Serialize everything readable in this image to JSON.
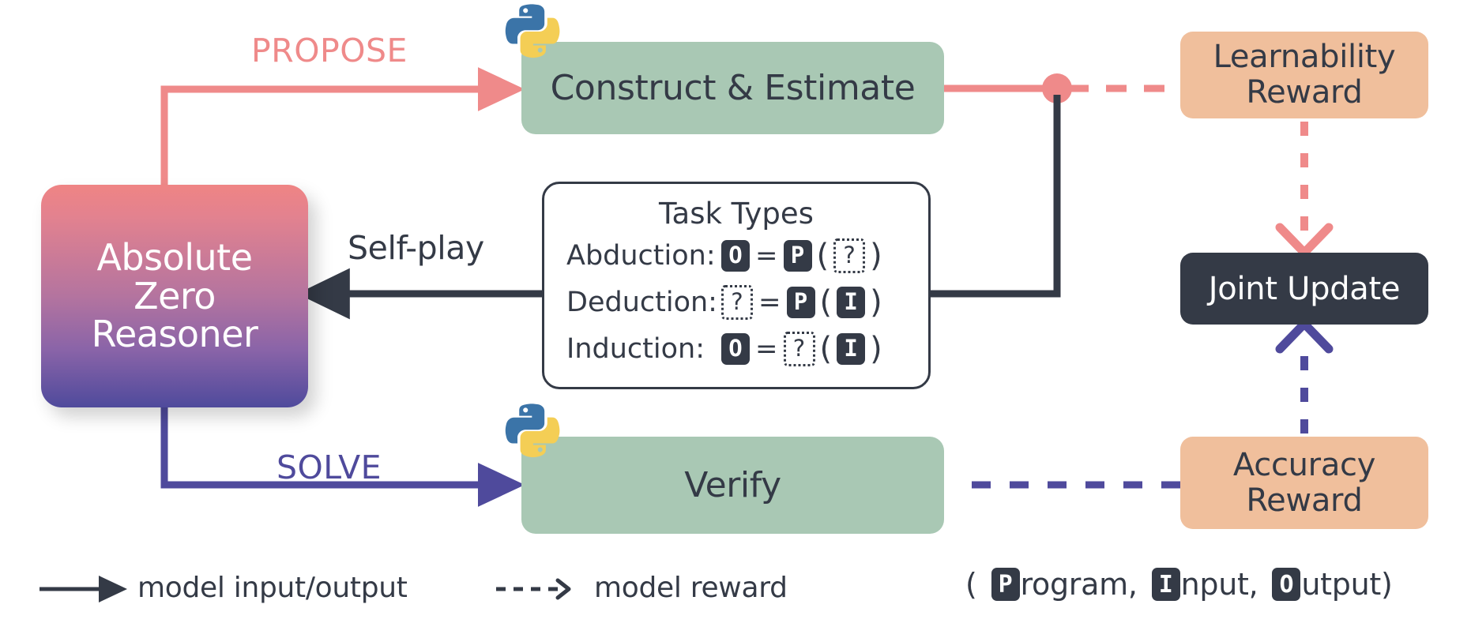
{
  "diagram": {
    "title": "Absolute Zero Reasoner self-play loop",
    "nodes": {
      "reasoner": {
        "line1": "Absolute",
        "line2": "Zero",
        "line3": "Reasoner"
      },
      "construct": {
        "label": "Construct & Estimate",
        "icon": "python-logo"
      },
      "verify": {
        "label": "Verify",
        "icon": "python-logo"
      },
      "learnability_reward": {
        "line1": "Learnability",
        "line2": "Reward"
      },
      "accuracy_reward": {
        "line1": "Accuracy",
        "line2": "Reward"
      },
      "joint_update": {
        "label": "Joint Update"
      }
    },
    "task_types": {
      "title": "Task Types",
      "rows": [
        {
          "name": "Abduction:",
          "lhs": "O",
          "lhs_kind": "solid",
          "op": "=",
          "fn": "P",
          "fn_kind": "solid",
          "arg": "?",
          "arg_kind": "dotted"
        },
        {
          "name": "Deduction:",
          "lhs": "?",
          "lhs_kind": "dotted",
          "op": "=",
          "fn": "P",
          "fn_kind": "solid",
          "arg": "I",
          "arg_kind": "solid"
        },
        {
          "name": "Induction:",
          "lhs": "O",
          "lhs_kind": "solid",
          "op": "=",
          "fn": "?",
          "fn_kind": "dotted",
          "arg": "I",
          "arg_kind": "solid"
        }
      ]
    },
    "edge_labels": {
      "propose": "PROPOSE",
      "solve": "SOLVE",
      "selfplay": "Self-play"
    },
    "legend": {
      "input_output": "model input/output",
      "reward": "model reward",
      "tuple": {
        "open": "(",
        "program_chip": "P",
        "program_rest": "rogram,",
        "input_chip": "I",
        "input_rest": "nput,",
        "output_chip": "O",
        "output_rest": "utput)"
      }
    },
    "colors": {
      "propose_pink": "#ef8a8a",
      "solve_purple": "#4f4a9c",
      "dark": "#343a46",
      "green": "#a9c8b4",
      "orange": "#f0bf9c",
      "gradient_top": "#ef8484",
      "gradient_bottom": "#4f4a9c"
    }
  }
}
